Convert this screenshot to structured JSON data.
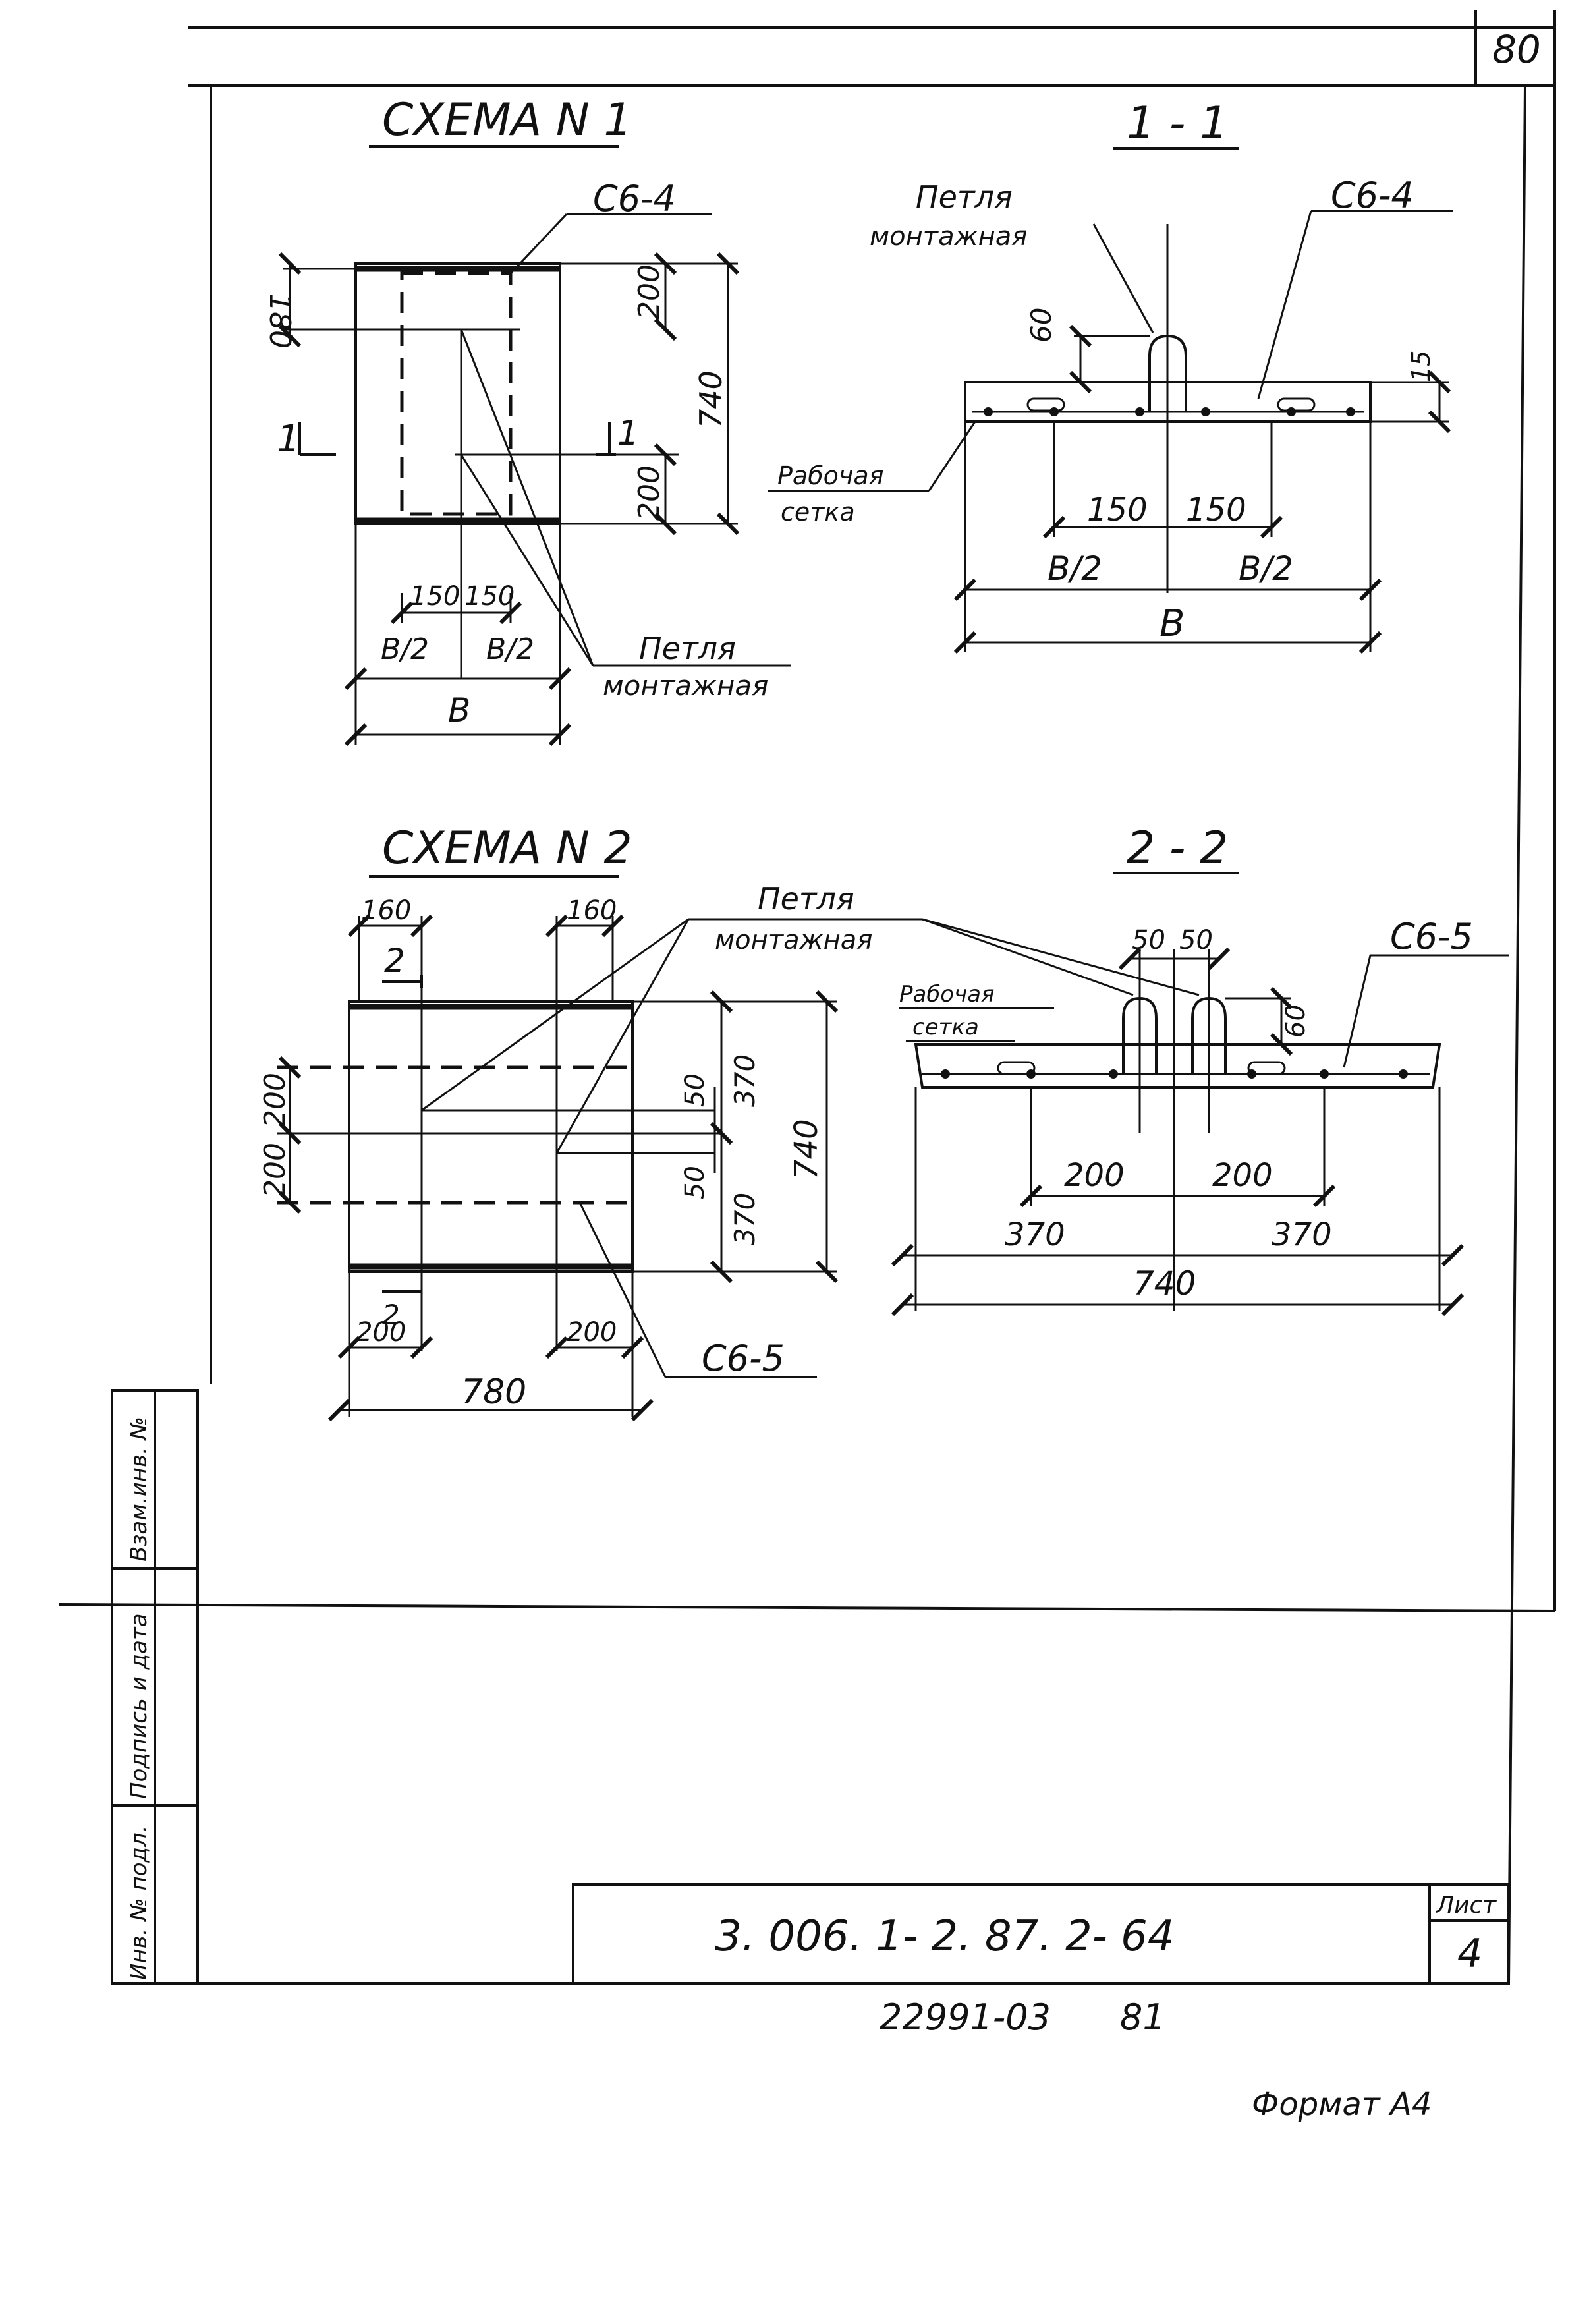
{
  "sheet": {
    "page_number": "80",
    "doc_code": "3. 006. 1- 2. 87. 2- 64",
    "sheet_label": "Лист",
    "sheet_number": "4",
    "archive_code": "22991-03",
    "archive_number": "81",
    "format_label": "Формат А4",
    "side_stamp": [
      "Инв. № подл.",
      "Подпись и дата",
      "Взам.инв. №"
    ]
  },
  "scheme1": {
    "title": "СХЕМА N 1",
    "mesh_label": "С6-4",
    "loop_label_1": "Петля",
    "loop_label_2": "монтажная",
    "section_mark": "1",
    "dims": {
      "top_left": "180",
      "right_top": "200",
      "right_total": "740",
      "right_bottom": "200",
      "loop_left": "150",
      "loop_right": "150",
      "half_left": "B/2",
      "half_right": "B/2",
      "width": "B"
    }
  },
  "section1": {
    "title": "1 - 1",
    "loop_label_1": "Петля",
    "loop_label_2": "монтажная",
    "mesh_label": "С6-4",
    "work_mesh_1": "Рабочая",
    "work_mesh_2": "сетка",
    "dims": {
      "loop_height": "60",
      "thickness": "15",
      "left": "150",
      "right": "150",
      "half_left": "B/2",
      "half_right": "B/2",
      "width": "B"
    }
  },
  "scheme2": {
    "title": "СХЕМА N 2",
    "loop_label_1": "Петля",
    "loop_label_2": "монтажная",
    "mesh_label": "С6-5",
    "section_mark": "2",
    "dims": {
      "top_left": "160",
      "top_mid": "160",
      "left_top": "200",
      "left_bottom": "200",
      "inner_top": "50",
      "inner_bottom": "50",
      "right_top": "370",
      "right_bottom": "370",
      "right_total": "740",
      "bottom_left": "200",
      "bottom_mid": "200",
      "width": "780"
    }
  },
  "section2": {
    "title": "2 - 2",
    "mesh_label": "С6-5",
    "work_mesh_1": "Рабочая",
    "work_mesh_2": "сетка",
    "dims": {
      "gap_left": "50",
      "gap_right": "50",
      "loop_height": "60",
      "left": "200",
      "right": "200",
      "half_left": "370",
      "half_right": "370",
      "width": "740"
    }
  }
}
